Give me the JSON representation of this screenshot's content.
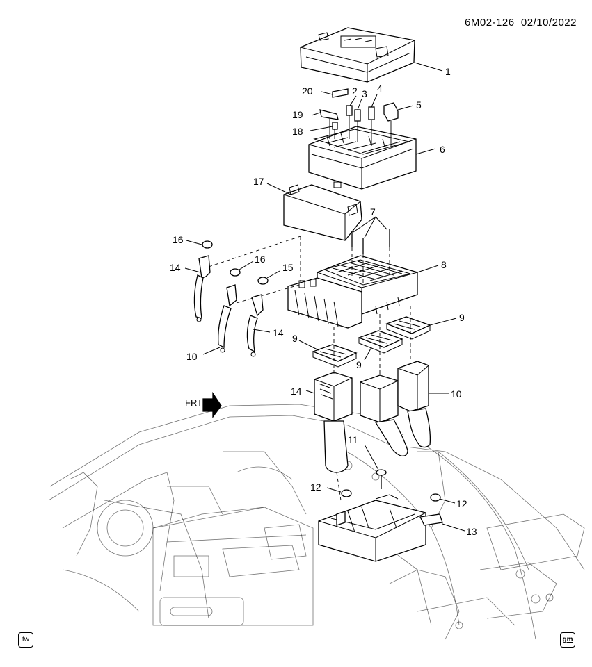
{
  "header": {
    "code": "6M02-126",
    "date": "02/10/2022"
  },
  "badges": {
    "left": "tw",
    "right": "gm"
  },
  "direction_arrow": {
    "label": "FRT"
  },
  "callouts": [
    {
      "id": "c1",
      "label": "1"
    },
    {
      "id": "c2",
      "label": "2"
    },
    {
      "id": "c3",
      "label": "3"
    },
    {
      "id": "c4",
      "label": "4"
    },
    {
      "id": "c5",
      "label": "5"
    },
    {
      "id": "c6",
      "label": "6"
    },
    {
      "id": "c7",
      "label": "7"
    },
    {
      "id": "c8",
      "label": "8"
    },
    {
      "id": "c9a",
      "label": "9"
    },
    {
      "id": "c9b",
      "label": "9"
    },
    {
      "id": "c9c",
      "label": "9"
    },
    {
      "id": "c10a",
      "label": "10"
    },
    {
      "id": "c10b",
      "label": "10"
    },
    {
      "id": "c11",
      "label": "11"
    },
    {
      "id": "c12a",
      "label": "12"
    },
    {
      "id": "c12b",
      "label": "12"
    },
    {
      "id": "c13",
      "label": "13"
    },
    {
      "id": "c14a",
      "label": "14"
    },
    {
      "id": "c14b",
      "label": "14"
    },
    {
      "id": "c14c",
      "label": "14"
    },
    {
      "id": "c15",
      "label": "15"
    },
    {
      "id": "c16a",
      "label": "16"
    },
    {
      "id": "c16b",
      "label": "16"
    },
    {
      "id": "c17",
      "label": "17"
    },
    {
      "id": "c18",
      "label": "18"
    },
    {
      "id": "c19",
      "label": "19"
    },
    {
      "id": "c20",
      "label": "20"
    }
  ]
}
